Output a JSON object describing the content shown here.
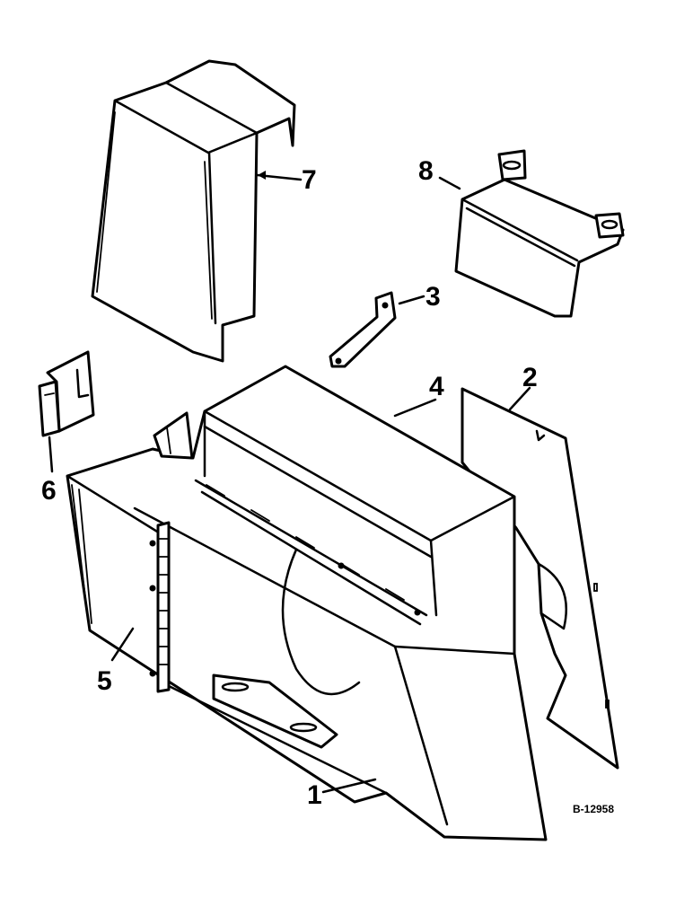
{
  "callouts": {
    "c1": "1",
    "c2": "2",
    "c3": "3",
    "c4": "4",
    "c5": "5",
    "c6": "6",
    "c7": "7",
    "c8": "8"
  },
  "drawing_id": "B-12958",
  "colors": {
    "ink": "#000000",
    "paper": "#ffffff"
  }
}
